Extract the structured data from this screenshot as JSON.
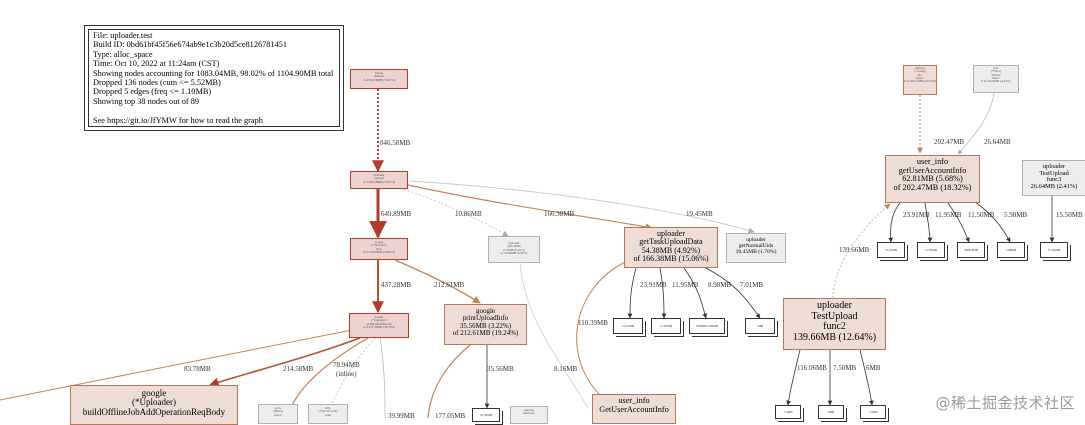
{
  "legend": {
    "lines": [
      "File: uploader.test",
      "Build ID: 0bd61bf45f56e674ab9e1c3b20d5ce8126781451",
      "Type: alloc_space",
      "Time: Oct 10, 2022 at 11:24am (CST)",
      "Showing nodes accounting for 1083.04MB, 98.02% of 1104.90MB total",
      "Dropped 136 nodes (cum <= 5.52MB)",
      "Dropped 5 edges (freq <= 1.10MB)",
      "Showing top 38 nodes out of 89",
      "",
      "See https://git.io/JfYMW for how to read the graph"
    ]
  },
  "nodes": {
    "testing": {
      "lines": [
        "testing",
        "tRunner",
        "0 of 846.58MB (76.62%)"
      ]
    },
    "upload": {
      "lines": [
        "uploader",
        "Upload",
        "0 of 846.58MB (76.62%)"
      ]
    },
    "run": {
      "lines": [
        "google",
        "(*Uploader)",
        "Run",
        "0 of 649.89MB (58.82%)"
      ]
    },
    "add_op": {
      "lines": [
        "google",
        "(*Uploader)",
        "addBatchOfflineJob",
        "0 of 437.28MB (39.58%)"
      ]
    },
    "build_offline": {
      "lines": [
        "google",
        "(*Uploader)",
        "buildOfflineJobAddOperationReqBody"
      ]
    },
    "print_upload": {
      "lines": [
        "google",
        "printUploadInfo",
        "35.56MB (3.22%)",
        "of 212.61MB (19.24%)"
      ]
    },
    "get_call": {
      "lines": [
        "uploader",
        "getCallMb",
        "2.76MB (0.25%)",
        "of 10.86MB (0.98%)"
      ]
    },
    "get_task": {
      "lines": [
        "uploader",
        "getTaskUploadData",
        "54.38MB (4.92%)",
        "of 166.38MB (15.06%)"
      ]
    },
    "get_normal": {
      "lines": [
        "uploader",
        "getNormalUids",
        "19.45MB (1.76%)"
      ]
    },
    "runtime_top": {
      "lines": [
        "runtime",
        "(*Group)",
        "Do",
        "func1",
        "0 of 229.11MB (20.74%)"
      ]
    },
    "sync_top": {
      "lines": [
        "sync",
        "(*Once)",
        "doSlow",
        "func1",
        "0 of 26.64MB (2.41%)"
      ]
    },
    "user_info_top": {
      "lines": [
        "user_info",
        "getUserAccountInfo",
        "62.81MB (5.68%)",
        "of 202.47MB (18.32%)"
      ]
    },
    "test_upload_func3": {
      "lines": [
        "uploader",
        "TestUpload",
        "func3",
        "26.64MB (2.41%)"
      ]
    },
    "test_upload_func2": {
      "lines": [
        "uploader",
        "TestUpload",
        "func2",
        "139.66MB (12.64%)"
      ]
    },
    "user_info_bottom": {
      "lines": [
        "user_info",
        "GetUserAccountInfo"
      ]
    },
    "small_a": {
      "lines": [
        "proto",
        "(Build)",
        "func2"
      ]
    },
    "small_b": {
      "lines": [
        "http",
        "(*ServerConn)",
        "send"
      ]
    },
    "small_c": {
      "lines": [
        "runtime",
        "mallocgc"
      ]
    }
  },
  "leaves": {
    "get_task_1": "23.91MB",
    "get_task_2": "11.95MB",
    "get_task_3": "8.98MB 4.98MB",
    "get_task_4": "7MB",
    "user_top_1": "23.91MB",
    "user_top_2": "11.95MB",
    "user_top_3": "5MB 4MB",
    "user_top_4": "5.98MB",
    "func3_1": "15.50MB",
    "print_1": "35.56MB",
    "func2_1": "7.3MB",
    "func2_2": "5MB",
    "func2_3": "1.5MB"
  },
  "edges": {
    "testing_upload": "846.58MB",
    "upload_run": "649.89MB",
    "upload_getcall": "10.86MB",
    "upload_gettask": "166.38MB",
    "upload_getnormal": "19.45MB",
    "run_addop": "437.28MB",
    "run_print": "212.61MB",
    "gettask_1": "23.91MB",
    "gettask_2": "11.95MB",
    "gettask_3": "8.98MB",
    "gettask_4": "7.01MB",
    "gettask_userinfo": "110.39MB",
    "getcall_user": "8.16MB",
    "runtime_userinfo": "202.47MB",
    "sync_userinfo": "26.64MB",
    "userinfo_1": "23.91MB",
    "userinfo_2": "11.95MB",
    "userinfo_3": "11.50MB",
    "userinfo_4": "5.98MB",
    "func3_1": "15.50MB",
    "func2_userinfo": "139.66MB",
    "addop_build": "83.78MB",
    "addop_214": "214.58MB",
    "addop_inline": "78.94MB",
    "addop_inline_note": "(inline)",
    "print_35": "35.56MB",
    "print_177": "177.05MB",
    "addop_39": "39.99MB",
    "func2_1": "116.06MB",
    "func2_2": "7.50MB",
    "func2_3": "6MB"
  },
  "watermark": "@稀土掘金技术社区",
  "colors": {
    "hot_edge": "#b23c2a",
    "warm_edge": "#c98256",
    "cold_edge": "#bbbbbb",
    "hot_node_bg": "#ecd3cf",
    "node_bg": "#edddd5",
    "grey_node_bg": "#ededed"
  }
}
